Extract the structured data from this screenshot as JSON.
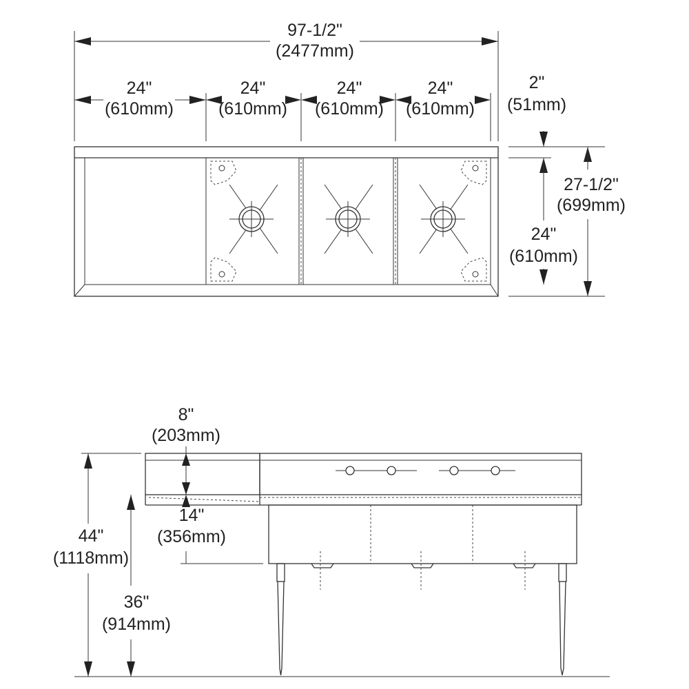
{
  "dimensions": {
    "overall_length": {
      "imperial": "97-1/2\"",
      "metric": "(2477mm)"
    },
    "drainboard_width": {
      "imperial": "24\"",
      "metric": "(610mm)"
    },
    "bowl1_width": {
      "imperial": "24\"",
      "metric": "(610mm)"
    },
    "bowl2_width": {
      "imperial": "24\"",
      "metric": "(610mm)"
    },
    "bowl3_width": {
      "imperial": "24\"",
      "metric": "(610mm)"
    },
    "backsplash_depth": {
      "imperial": "2\"",
      "metric": "(51mm)"
    },
    "overall_depth": {
      "imperial": "27-1/2\"",
      "metric": "(699mm)"
    },
    "bowl_depth": {
      "imperial": "24\"",
      "metric": "(610mm)"
    },
    "backsplash_height": {
      "imperial": "8\"",
      "metric": "(203mm)"
    },
    "bowl_height": {
      "imperial": "14\"",
      "metric": "(356mm)"
    },
    "overall_height": {
      "imperial": "44\"",
      "metric": "(1118mm)"
    },
    "rim_height": {
      "imperial": "36\"",
      "metric": "(914mm)"
    }
  }
}
